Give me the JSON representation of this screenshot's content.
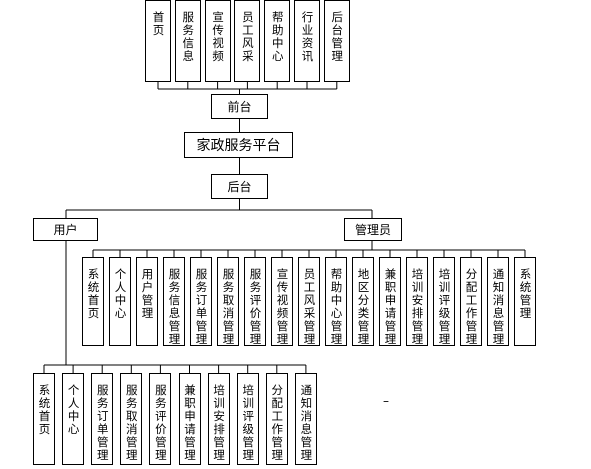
{
  "frontend": {
    "label": "前台",
    "modules": [
      "首页",
      "服务信息",
      "宣传视频",
      "员工风采",
      "帮助中心",
      "行业资讯",
      "后台管理"
    ]
  },
  "platform": {
    "label": "家政服务平台"
  },
  "backend": {
    "label": "后台"
  },
  "user": {
    "label": "用户",
    "modules": [
      "系统首页",
      "个人中心",
      "服务订单管理",
      "服务取消管理",
      "服务评价管理",
      "兼职申请管理",
      "培训安排管理",
      "培训评级管理",
      "分配工作管理",
      "通知消息管理"
    ]
  },
  "admin": {
    "label": "管理员",
    "modules": [
      "系统首页",
      "个人中心",
      "用户管理",
      "服务信息管理",
      "服务订单管理",
      "服务取消管理",
      "服务评价管理",
      "宣传视频管理",
      "员工风采管理",
      "帮助中心管理",
      "地区分类管理",
      "兼职申请管理",
      "培训安排管理",
      "培训评级管理",
      "分配工作管理",
      "通知消息管理",
      "系统管理"
    ]
  },
  "stray_mark": "–"
}
